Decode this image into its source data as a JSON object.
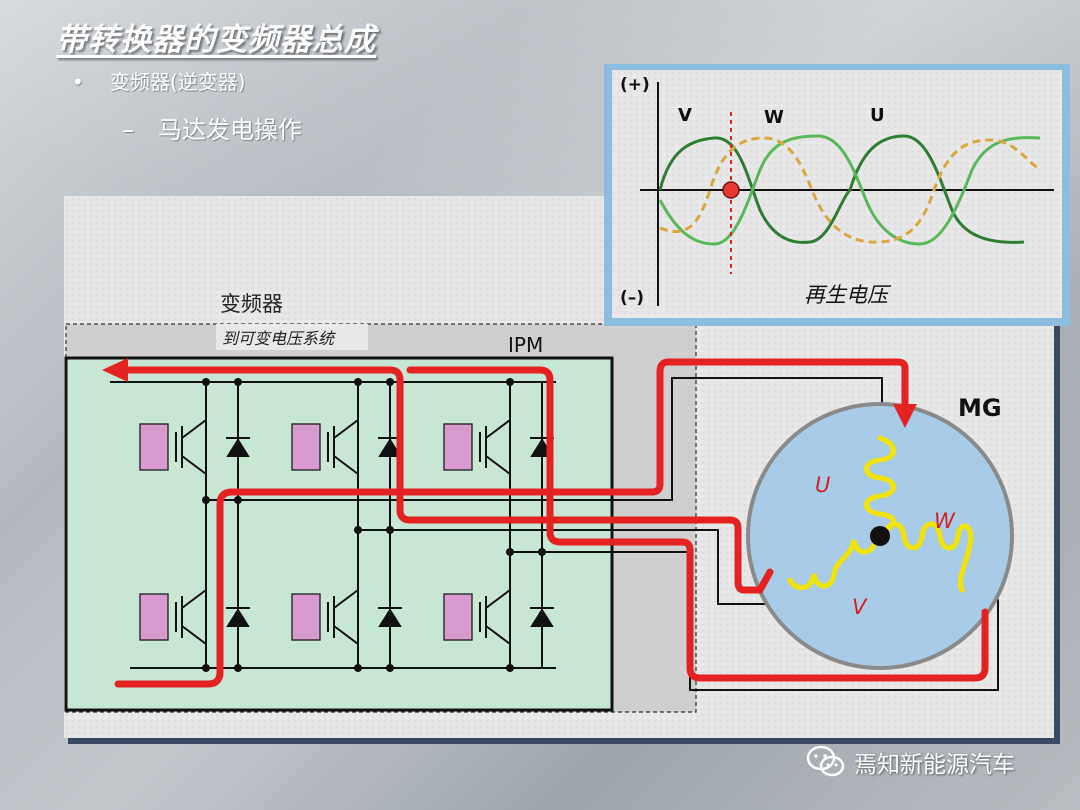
{
  "slide": {
    "title": "带转换器的变频器总成",
    "bullet_1": "变频器(逆变器)",
    "bullet_2": "马达发电操作"
  },
  "diagram": {
    "inverter_label": "变频器",
    "to_system_label": "到可变电压系统",
    "ipm_label": "IPM",
    "mg_label": "MG",
    "phase_u": "U",
    "phase_v": "V",
    "phase_w": "W"
  },
  "waveform": {
    "plus_label": "(+)",
    "minus_label": "(–)",
    "label_v": "V",
    "label_w": "W",
    "label_u": "U",
    "caption": "再生电压"
  },
  "watermark": {
    "text": "焉知新能源汽车"
  },
  "colors": {
    "current_flow": "#e52222",
    "ipm_fill": "#c8e6d4",
    "igbt_fill": "#d99ad0",
    "motor_fill": "#a8cbe8",
    "coil": "#f2e600",
    "wave_green": "#3f9a3f",
    "wave_dashed": "#d9a640"
  }
}
